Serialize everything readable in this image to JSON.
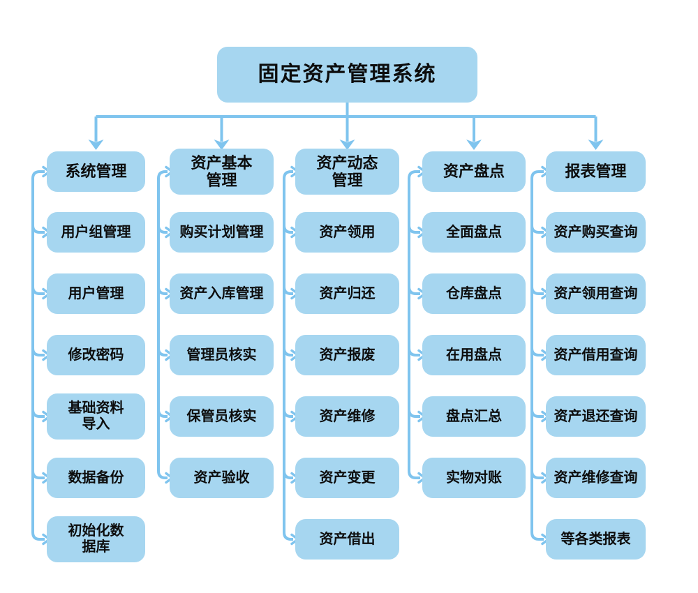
{
  "title": "固定资产管理系统",
  "columns": [
    {
      "header": "系统管理",
      "items": [
        "用户组管理",
        "用户管理",
        "修改密码",
        "基础资料导入",
        "数据备份",
        "初始化数据库"
      ]
    },
    {
      "header": "资产基本管理",
      "items": [
        "购买计划管理",
        "资产入库管理",
        "管理员核实",
        "保管员核实",
        "资产验收"
      ]
    },
    {
      "header": "资产动态管理",
      "items": [
        "资产领用",
        "资产归还",
        "资产报废",
        "资产维修",
        "资产变更",
        "资产借出"
      ]
    },
    {
      "header": "资产盘点",
      "items": [
        "全面盘点",
        "仓库盘点",
        "在用盘点",
        "盘点汇总",
        "实物对账"
      ]
    },
    {
      "header": "报表管理",
      "items": [
        "资产购买查询",
        "资产领用查询",
        "资产借用查询",
        "资产退还查询",
        "资产维修查询",
        "等各类报表"
      ]
    }
  ],
  "colors": {
    "box_fill": "#a6d6f0",
    "connector": "#7fc4ee",
    "text": "#0d0d0d"
  }
}
